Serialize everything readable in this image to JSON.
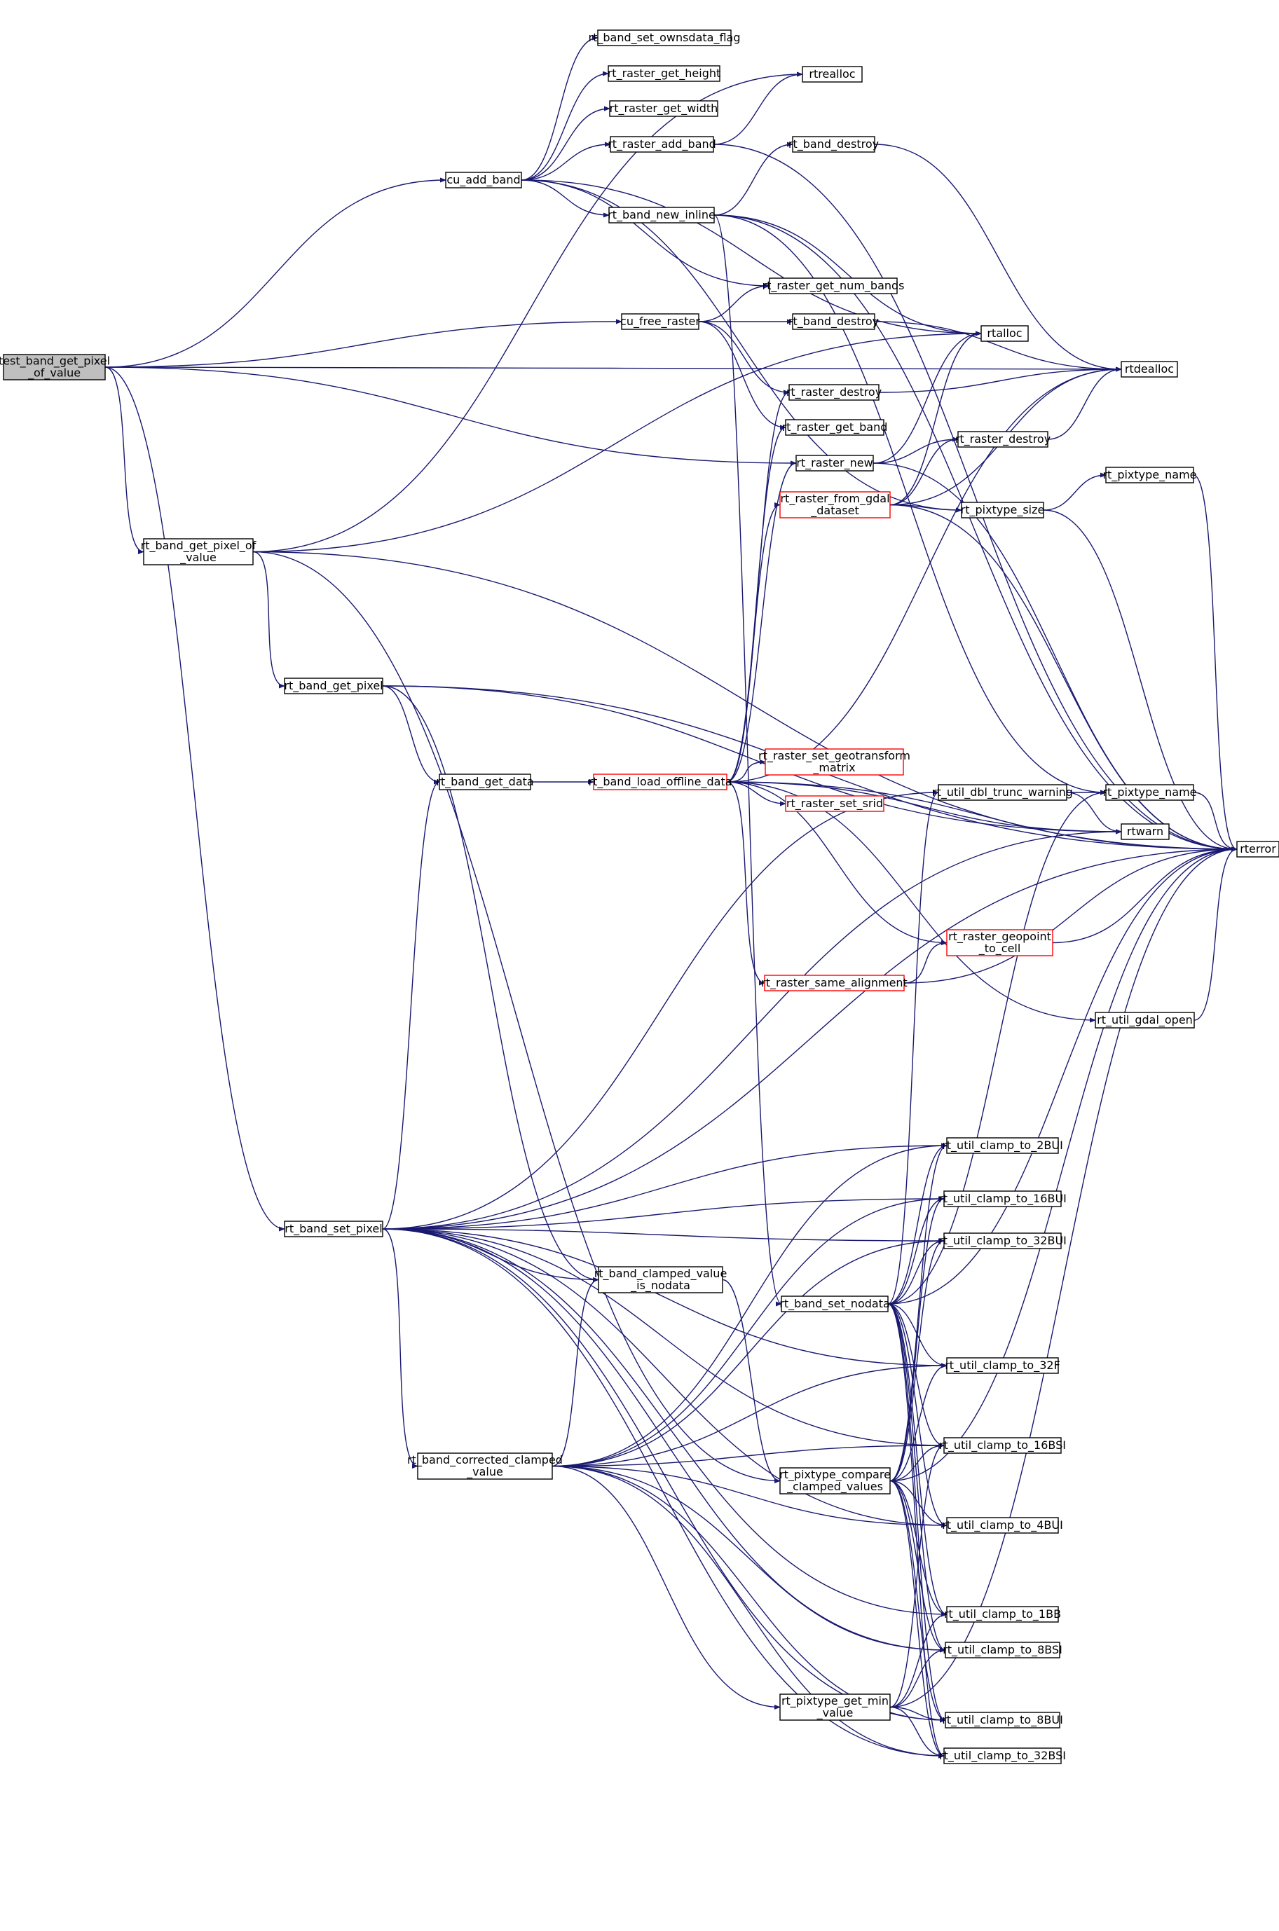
{
  "colors": {
    "edge": "#191970",
    "node_border": "#000000",
    "incomplete_border": "#ff0000",
    "root_fill": "#bfbfbf"
  },
  "nodes": [
    {
      "id": "test_band_get_pixel_of_value",
      "lines": [
        "test_band_get_pixel",
        "_of_value"
      ],
      "root": true
    },
    {
      "id": "cu_add_band",
      "lines": [
        "cu_add_band"
      ]
    },
    {
      "id": "rt_band_set_ownsdata_flag",
      "lines": [
        "rt_band_set_ownsdata_flag"
      ]
    },
    {
      "id": "rt_raster_get_height",
      "lines": [
        "rt_raster_get_height"
      ]
    },
    {
      "id": "rt_raster_get_width",
      "lines": [
        "rt_raster_get_width"
      ]
    },
    {
      "id": "rt_raster_add_band",
      "lines": [
        "rt_raster_add_band"
      ]
    },
    {
      "id": "rtrealloc",
      "lines": [
        "rtrealloc"
      ]
    },
    {
      "id": "rt_band_destroy_a",
      "lines": [
        "rt_band_destroy"
      ]
    },
    {
      "id": "rt_band_new_inline",
      "lines": [
        "rt_band_new_inline"
      ]
    },
    {
      "id": "rt_raster_get_num_bands",
      "lines": [
        "rt_raster_get_num_bands"
      ]
    },
    {
      "id": "cu_free_raster",
      "lines": [
        "cu_free_raster"
      ]
    },
    {
      "id": "rt_band_destroy_b",
      "lines": [
        "rt_band_destroy"
      ]
    },
    {
      "id": "rtalloc",
      "lines": [
        "rtalloc"
      ]
    },
    {
      "id": "rtdealloc",
      "lines": [
        "rtdealloc"
      ]
    },
    {
      "id": "rt_raster_destroy_a",
      "lines": [
        "rt_raster_destroy"
      ]
    },
    {
      "id": "rt_raster_get_band",
      "lines": [
        "rt_raster_get_band"
      ]
    },
    {
      "id": "rt_raster_new",
      "lines": [
        "rt_raster_new"
      ]
    },
    {
      "id": "rt_raster_destroy_b",
      "lines": [
        "rt_raster_destroy"
      ]
    },
    {
      "id": "rt_raster_from_gdal_dataset",
      "lines": [
        "rt_raster_from_gdal",
        "_dataset"
      ],
      "red": true
    },
    {
      "id": "rt_pixtype_name_a",
      "lines": [
        "rt_pixtype_name"
      ]
    },
    {
      "id": "rt_pixtype_size",
      "lines": [
        "rt_pixtype_size"
      ]
    },
    {
      "id": "rt_band_get_pixel_of_value",
      "lines": [
        "rt_band_get_pixel_of",
        "_value"
      ]
    },
    {
      "id": "rt_band_get_pixel",
      "lines": [
        "rt_band_get_pixel"
      ]
    },
    {
      "id": "rt_band_get_data",
      "lines": [
        "rt_band_get_data"
      ]
    },
    {
      "id": "rt_band_load_offline_data",
      "lines": [
        "rt_band_load_offline_data"
      ],
      "red": true
    },
    {
      "id": "rt_raster_set_geotransform_matrix",
      "lines": [
        "rt_raster_set_geotransform",
        "_matrix"
      ],
      "red": true
    },
    {
      "id": "rt_raster_set_srid",
      "lines": [
        "rt_raster_set_srid"
      ],
      "red": true
    },
    {
      "id": "rt_util_dbl_trunc_warning",
      "lines": [
        "rt_util_dbl_trunc_warning"
      ]
    },
    {
      "id": "rt_pixtype_name_b",
      "lines": [
        "rt_pixtype_name"
      ]
    },
    {
      "id": "rtwarn",
      "lines": [
        "rtwarn"
      ]
    },
    {
      "id": "rterror",
      "lines": [
        "rterror"
      ]
    },
    {
      "id": "rt_raster_geopoint_to_cell",
      "lines": [
        "rt_raster_geopoint",
        "_to_cell"
      ],
      "red": true
    },
    {
      "id": "rt_raster_same_alignment",
      "lines": [
        "rt_raster_same_alignment"
      ],
      "red": true
    },
    {
      "id": "rt_util_gdal_open",
      "lines": [
        "rt_util_gdal_open"
      ]
    },
    {
      "id": "rt_util_clamp_to_2BUI",
      "lines": [
        "rt_util_clamp_to_2BUI"
      ]
    },
    {
      "id": "rt_util_clamp_to_16BUI",
      "lines": [
        "rt_util_clamp_to_16BUI"
      ]
    },
    {
      "id": "rt_util_clamp_to_32BUI",
      "lines": [
        "rt_util_clamp_to_32BUI"
      ]
    },
    {
      "id": "rt_band_set_pixel",
      "lines": [
        "rt_band_set_pixel"
      ]
    },
    {
      "id": "rt_band_clamped_value_is_nodata",
      "lines": [
        "rt_band_clamped_value",
        "_is_nodata"
      ]
    },
    {
      "id": "rt_band_set_nodata",
      "lines": [
        "rt_band_set_nodata"
      ]
    },
    {
      "id": "rt_util_clamp_to_32F",
      "lines": [
        "rt_util_clamp_to_32F"
      ]
    },
    {
      "id": "rt_util_clamp_to_16BSI",
      "lines": [
        "rt_util_clamp_to_16BSI"
      ]
    },
    {
      "id": "rt_band_corrected_clamped_value",
      "lines": [
        "rt_band_corrected_clamped",
        "_value"
      ]
    },
    {
      "id": "rt_pixtype_compare_clamped_values",
      "lines": [
        "rt_pixtype_compare",
        "_clamped_values"
      ]
    },
    {
      "id": "rt_util_clamp_to_4BUI",
      "lines": [
        "rt_util_clamp_to_4BUI"
      ]
    },
    {
      "id": "rt_util_clamp_to_1BB",
      "lines": [
        "rt_util_clamp_to_1BB"
      ]
    },
    {
      "id": "rt_util_clamp_to_8BSI",
      "lines": [
        "rt_util_clamp_to_8BSI"
      ]
    },
    {
      "id": "rt_pixtype_get_min_value",
      "lines": [
        "rt_pixtype_get_min",
        "_value"
      ]
    },
    {
      "id": "rt_util_clamp_to_8BUI",
      "lines": [
        "rt_util_clamp_to_8BUI"
      ]
    },
    {
      "id": "rt_util_clamp_to_32BSI",
      "lines": [
        "rt_util_clamp_to_32BSI"
      ]
    }
  ],
  "edges": [
    [
      "test_band_get_pixel_of_value",
      "cu_add_band"
    ],
    [
      "test_band_get_pixel_of_value",
      "rtdealloc"
    ],
    [
      "test_band_get_pixel_of_value",
      "cu_free_raster"
    ],
    [
      "test_band_get_pixel_of_value",
      "rt_raster_new"
    ],
    [
      "test_band_get_pixel_of_value",
      "rt_band_get_pixel_of_value"
    ],
    [
      "test_band_get_pixel_of_value",
      "rt_band_set_pixel"
    ],
    [
      "cu_add_band",
      "rt_band_set_ownsdata_flag"
    ],
    [
      "cu_add_band",
      "rt_raster_get_height"
    ],
    [
      "cu_add_band",
      "rt_raster_get_width"
    ],
    [
      "cu_add_band",
      "rt_raster_add_band"
    ],
    [
      "cu_add_band",
      "rt_band_new_inline"
    ],
    [
      "cu_add_band",
      "rt_raster_get_num_bands"
    ],
    [
      "cu_add_band",
      "rtalloc"
    ],
    [
      "cu_add_band",
      "rt_pixtype_size"
    ],
    [
      "rt_raster_add_band",
      "rtrealloc"
    ],
    [
      "rt_raster_add_band",
      "rterror"
    ],
    [
      "rt_band_new_inline",
      "rt_band_destroy_a"
    ],
    [
      "rt_band_new_inline",
      "rtalloc"
    ],
    [
      "rt_band_new_inline",
      "rterror"
    ],
    [
      "rt_band_new_inline",
      "rt_pixtype_name_b"
    ],
    [
      "rt_band_new_inline",
      "rt_band_set_nodata"
    ],
    [
      "rt_band_destroy_a",
      "rtdealloc"
    ],
    [
      "cu_free_raster",
      "rt_raster_get_num_bands"
    ],
    [
      "cu_free_raster",
      "rt_band_destroy_b"
    ],
    [
      "cu_free_raster",
      "rt_raster_destroy_a"
    ],
    [
      "cu_free_raster",
      "rt_raster_get_band"
    ],
    [
      "rt_band_destroy_b",
      "rtdealloc"
    ],
    [
      "rt_raster_destroy_a",
      "rtdealloc"
    ],
    [
      "rt_raster_new",
      "rtalloc"
    ],
    [
      "rt_raster_new",
      "rt_raster_destroy_b"
    ],
    [
      "rt_raster_new",
      "rterror"
    ],
    [
      "rt_raster_destroy_b",
      "rtdealloc"
    ],
    [
      "rt_raster_from_gdal_dataset",
      "rtalloc"
    ],
    [
      "rt_raster_from_gdal_dataset",
      "rt_raster_destroy_b"
    ],
    [
      "rt_raster_from_gdal_dataset",
      "rt_pixtype_size"
    ],
    [
      "rt_raster_from_gdal_dataset",
      "rtdealloc"
    ],
    [
      "rt_raster_from_gdal_dataset",
      "rterror"
    ],
    [
      "rt_pixtype_size",
      "rt_pixtype_name_a"
    ],
    [
      "rt_pixtype_size",
      "rterror"
    ],
    [
      "rt_pixtype_name_a",
      "rterror"
    ],
    [
      "rt_band_get_pixel_of_value",
      "rtrealloc"
    ],
    [
      "rt_band_get_pixel_of_value",
      "rtalloc"
    ],
    [
      "rt_band_get_pixel_of_value",
      "rterror"
    ],
    [
      "rt_band_get_pixel_of_value",
      "rt_band_get_pixel"
    ],
    [
      "rt_band_get_pixel_of_value",
      "rt_pixtype_compare_clamped_values"
    ],
    [
      "rt_band_get_pixel",
      "rterror"
    ],
    [
      "rt_band_get_pixel",
      "rtwarn"
    ],
    [
      "rt_band_get_pixel",
      "rt_band_get_data"
    ],
    [
      "rt_band_get_pixel",
      "rt_band_clamped_value_is_nodata"
    ],
    [
      "rt_band_get_data",
      "rt_band_load_offline_data"
    ],
    [
      "rt_band_load_offline_data",
      "rt_raster_destroy_a"
    ],
    [
      "rt_band_load_offline_data",
      "rt_raster_get_band"
    ],
    [
      "rt_band_load_offline_data",
      "rt_raster_new"
    ],
    [
      "rt_band_load_offline_data",
      "rt_raster_from_gdal_dataset"
    ],
    [
      "rt_band_load_offline_data",
      "rtdealloc"
    ],
    [
      "rt_band_load_offline_data",
      "rt_raster_set_geotransform_matrix"
    ],
    [
      "rt_band_load_offline_data",
      "rt_raster_set_srid"
    ],
    [
      "rt_band_load_offline_data",
      "rtwarn"
    ],
    [
      "rt_band_load_offline_data",
      "rterror"
    ],
    [
      "rt_band_load_offline_data",
      "rt_raster_geopoint_to_cell"
    ],
    [
      "rt_band_load_offline_data",
      "rt_raster_same_alignment"
    ],
    [
      "rt_band_load_offline_data",
      "rt_util_gdal_open"
    ],
    [
      "rt_util_dbl_trunc_warning",
      "rt_pixtype_name_b"
    ],
    [
      "rt_util_dbl_trunc_warning",
      "rtwarn"
    ],
    [
      "rt_pixtype_name_b",
      "rterror"
    ],
    [
      "rt_raster_geopoint_to_cell",
      "rterror"
    ],
    [
      "rt_raster_same_alignment",
      "rt_raster_geopoint_to_cell"
    ],
    [
      "rt_raster_same_alignment",
      "rterror"
    ],
    [
      "rt_util_gdal_open",
      "rterror"
    ],
    [
      "rt_band_set_pixel",
      "rt_util_dbl_trunc_warning"
    ],
    [
      "rt_band_set_pixel",
      "rt_band_get_data"
    ],
    [
      "rt_band_set_pixel",
      "rtwarn"
    ],
    [
      "rt_band_set_pixel",
      "rterror"
    ],
    [
      "rt_band_set_pixel",
      "rt_util_clamp_to_2BUI"
    ],
    [
      "rt_band_set_pixel",
      "rt_util_clamp_to_16BUI"
    ],
    [
      "rt_band_set_pixel",
      "rt_util_clamp_to_32BUI"
    ],
    [
      "rt_band_set_pixel",
      "rt_band_clamped_value_is_nodata"
    ],
    [
      "rt_band_set_pixel",
      "rt_util_clamp_to_32F"
    ],
    [
      "rt_band_set_pixel",
      "rt_util_clamp_to_16BSI"
    ],
    [
      "rt_band_set_pixel",
      "rt_band_corrected_clamped_value"
    ],
    [
      "rt_band_set_pixel",
      "rt_util_clamp_to_4BUI"
    ],
    [
      "rt_band_set_pixel",
      "rt_util_clamp_to_1BB"
    ],
    [
      "rt_band_set_pixel",
      "rt_util_clamp_to_8BSI"
    ],
    [
      "rt_band_set_pixel",
      "rt_util_clamp_to_8BUI"
    ],
    [
      "rt_band_set_pixel",
      "rt_util_clamp_to_32BSI"
    ],
    [
      "rt_band_clamped_value_is_nodata",
      "rt_pixtype_compare_clamped_values"
    ],
    [
      "rt_band_set_nodata",
      "rt_util_dbl_trunc_warning"
    ],
    [
      "rt_band_set_nodata",
      "rt_pixtype_name_b"
    ],
    [
      "rt_band_set_nodata",
      "rterror"
    ],
    [
      "rt_band_set_nodata",
      "rt_util_clamp_to_2BUI"
    ],
    [
      "rt_band_set_nodata",
      "rt_util_clamp_to_16BUI"
    ],
    [
      "rt_band_set_nodata",
      "rt_util_clamp_to_32BUI"
    ],
    [
      "rt_band_set_nodata",
      "rt_util_clamp_to_32F"
    ],
    [
      "rt_band_set_nodata",
      "rt_util_clamp_to_16BSI"
    ],
    [
      "rt_band_set_nodata",
      "rt_util_clamp_to_4BUI"
    ],
    [
      "rt_band_set_nodata",
      "rt_util_clamp_to_1BB"
    ],
    [
      "rt_band_set_nodata",
      "rt_util_clamp_to_8BSI"
    ],
    [
      "rt_band_set_nodata",
      "rt_util_clamp_to_8BUI"
    ],
    [
      "rt_band_set_nodata",
      "rt_util_clamp_to_32BSI"
    ],
    [
      "rt_band_corrected_clamped_value",
      "rt_band_clamped_value_is_nodata"
    ],
    [
      "rt_band_corrected_clamped_value",
      "rt_util_clamp_to_2BUI"
    ],
    [
      "rt_band_corrected_clamped_value",
      "rt_util_clamp_to_16BUI"
    ],
    [
      "rt_band_corrected_clamped_value",
      "rt_util_clamp_to_32BUI"
    ],
    [
      "rt_band_corrected_clamped_value",
      "rt_util_clamp_to_32F"
    ],
    [
      "rt_band_corrected_clamped_value",
      "rt_util_clamp_to_16BSI"
    ],
    [
      "rt_band_corrected_clamped_value",
      "rt_util_clamp_to_4BUI"
    ],
    [
      "rt_band_corrected_clamped_value",
      "rt_util_clamp_to_8BSI"
    ],
    [
      "rt_band_corrected_clamped_value",
      "rt_pixtype_get_min_value"
    ],
    [
      "rt_band_corrected_clamped_value",
      "rt_util_clamp_to_8BUI"
    ],
    [
      "rt_band_corrected_clamped_value",
      "rt_util_clamp_to_32BSI"
    ],
    [
      "rt_pixtype_compare_clamped_values",
      "rterror"
    ],
    [
      "rt_pixtype_compare_clamped_values",
      "rt_util_clamp_to_2BUI"
    ],
    [
      "rt_pixtype_compare_clamped_values",
      "rt_util_clamp_to_16BUI"
    ],
    [
      "rt_pixtype_compare_clamped_values",
      "rt_util_clamp_to_32BUI"
    ],
    [
      "rt_pixtype_compare_clamped_values",
      "rt_util_clamp_to_32F"
    ],
    [
      "rt_pixtype_compare_clamped_values",
      "rt_util_clamp_to_16BSI"
    ],
    [
      "rt_pixtype_compare_clamped_values",
      "rt_util_clamp_to_4BUI"
    ],
    [
      "rt_pixtype_compare_clamped_values",
      "rt_util_clamp_to_1BB"
    ],
    [
      "rt_pixtype_compare_clamped_values",
      "rt_util_clamp_to_8BSI"
    ],
    [
      "rt_pixtype_compare_clamped_values",
      "rt_util_clamp_to_8BUI"
    ],
    [
      "rt_pixtype_compare_clamped_values",
      "rt_util_clamp_to_32BSI"
    ],
    [
      "rt_pixtype_get_min_value",
      "rterror"
    ],
    [
      "rt_pixtype_get_min_value",
      "rt_util_clamp_to_16BSI"
    ],
    [
      "rt_pixtype_get_min_value",
      "rt_util_clamp_to_1BB"
    ],
    [
      "rt_pixtype_get_min_value",
      "rt_util_clamp_to_8BSI"
    ],
    [
      "rt_pixtype_get_min_value",
      "rt_util_clamp_to_8BUI"
    ],
    [
      "rt_pixtype_get_min_value",
      "rt_util_clamp_to_32BSI"
    ]
  ]
}
